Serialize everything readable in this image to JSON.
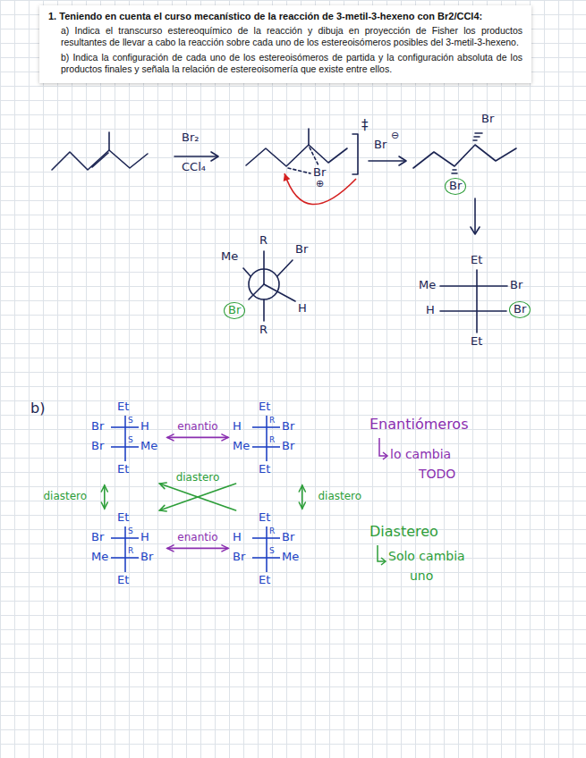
{
  "diagram": {
    "title": "1. Teniendo en cuenta el curso mecanístico de la reacción de 3-metil-3-hexeno con Br2/CCl4:",
    "nodes": [
      {
        "text": [
          "Br"
        ]
      },
      {
        "text": [
          "Br"
        ]
      },
      {
        "text": [
          "Br"
        ]
      },
      {
        "text": [
          "Et",
          "Br",
          "S",
          "H",
          "Br",
          "S",
          "Me",
          "Et"
        ]
      },
      {
        "text": [
          "Et",
          "H",
          "R",
          "Br",
          "Me",
          "R",
          "Br",
          "Et"
        ]
      },
      {
        "text": [
          "Et",
          "Br",
          "S",
          "H",
          "Me",
          "R",
          "Br",
          "Et"
        ]
      },
      {
        "text": [
          "Et",
          "H",
          "R",
          "Br",
          "Br",
          "S",
          "Me",
          "Et"
        ]
      }
    ],
    "edges": [
      {
        "from": 3,
        "to": 4,
        "arrow": "both",
        "label": "enantio"
      },
      {
        "from": 3,
        "to": 5,
        "arrow": "both",
        "label": "diastero"
      },
      {
        "from": 4,
        "to": 6,
        "arrow": "both",
        "label": "diastero"
      },
      {
        "from": 4,
        "to": 5,
        "arrow": "to",
        "label": "diastero"
      },
      {
        "from": 6,
        "to": 3,
        "arrow": "to"
      },
      {
        "from": 5,
        "to": 6,
        "arrow": "both",
        "label": "enantio"
      }
    ],
    "labels": [
      "a) Indica el transcurso estereoquímico de la reacción y dibuja en proyección de Fisher los productos resultantes de llevar a cabo la reacción sobre cada uno de los estereoisómeros posibles del 3-metil-3-hexeno.",
      "b) Indica la configuración de cada uno de los estereoisómeros de partida y la configuración absoluta de los productos finales y señala la relación de estereoisomería que existe entre ellos.",
      "Br₂",
      "CCl₄",
      "‡",
      "Br",
      "⊕",
      "Br",
      "⊖",
      "Br",
      "Me",
      "R",
      "Br",
      "H",
      "R",
      "Et",
      "Me",
      "Br",
      "H",
      "Et",
      "b)",
      "Enantiómeros",
      "lo cambia",
      "TODO",
      "Diastereo",
      "Solo cambia",
      "uno"
    ]
  }
}
